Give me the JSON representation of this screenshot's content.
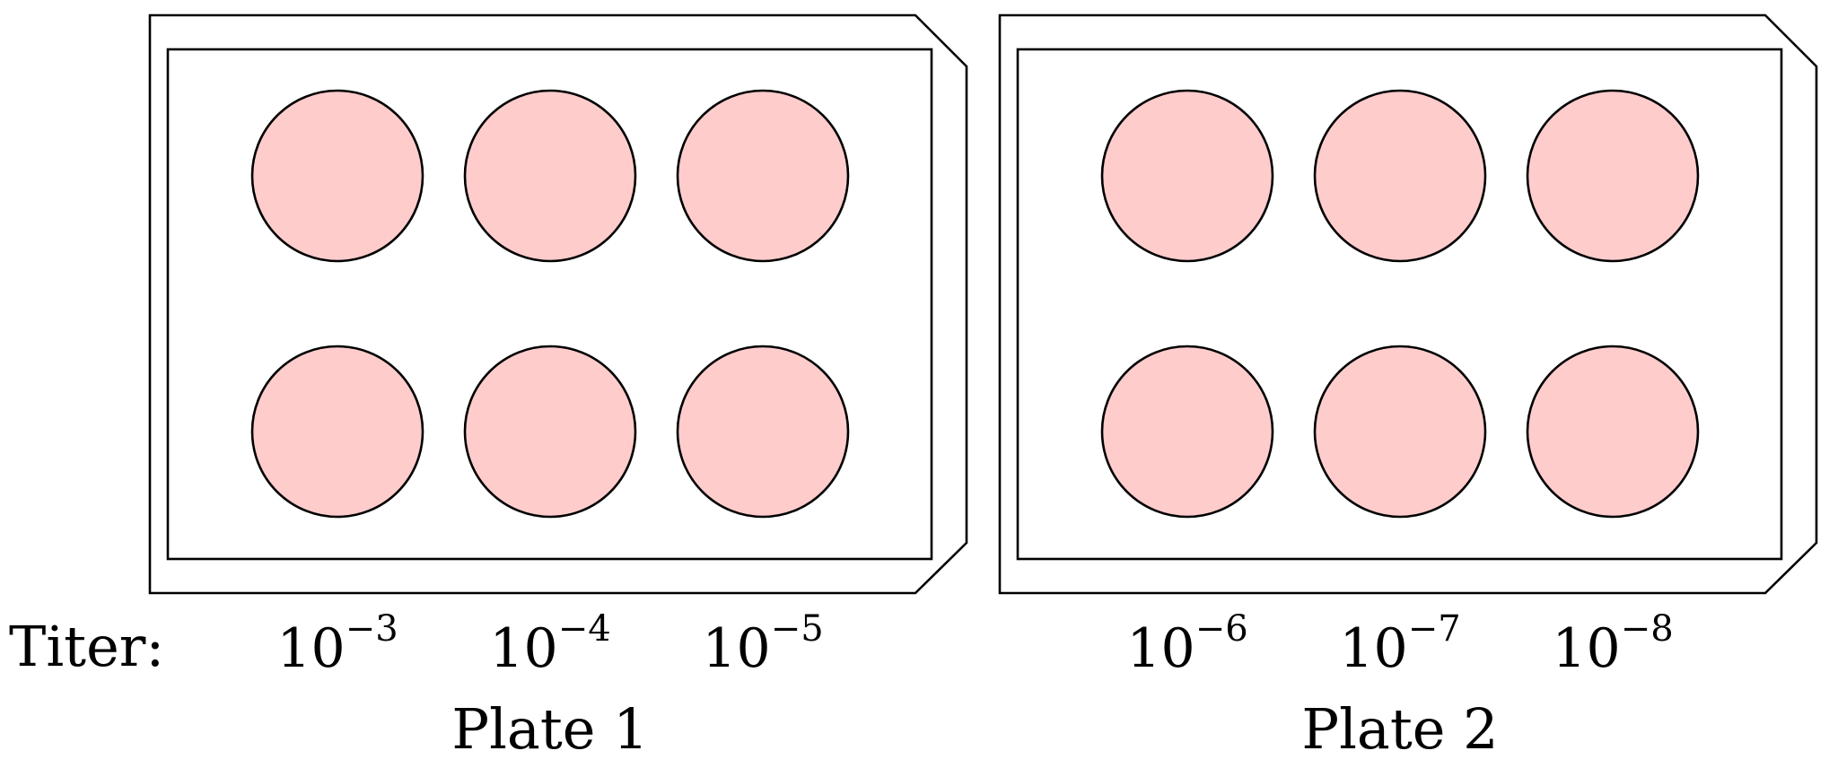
{
  "titer_label": "Titer:",
  "well_fill_color": "#ffcccc",
  "plates": [
    {
      "label": "Plate 1",
      "titers": [
        {
          "base": "10",
          "exponent": "−3"
        },
        {
          "base": "10",
          "exponent": "−4"
        },
        {
          "base": "10",
          "exponent": "−5"
        }
      ]
    },
    {
      "label": "Plate 2",
      "titers": [
        {
          "base": "10",
          "exponent": "−6"
        },
        {
          "base": "10",
          "exponent": "−7"
        },
        {
          "base": "10",
          "exponent": "−8"
        }
      ]
    }
  ]
}
